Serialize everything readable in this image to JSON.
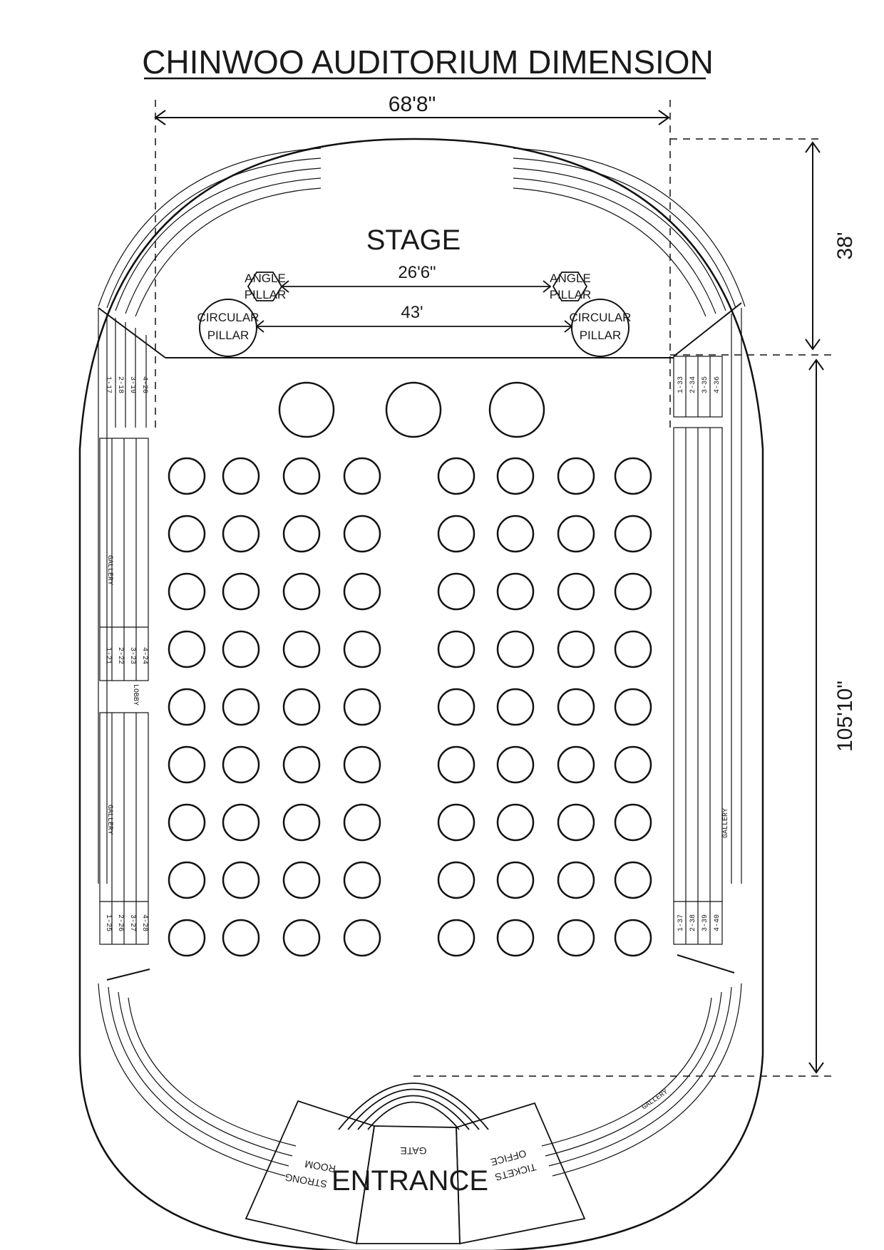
{
  "title": "CHINWOO AUDITORIUM DIMENSION",
  "dimensions": {
    "width": "68'8\"",
    "stage_depth": "38'",
    "hall_depth": "105'10\"",
    "angle_pillar_span": "26'6\"",
    "circular_pillar_span": "43'"
  },
  "labels": {
    "stage": "STAGE",
    "entrance": "ENTRANCE",
    "angle_pillar": [
      "ANGLE",
      "PILLAR"
    ],
    "circular_pillar": [
      "CIRCULAR",
      "PILLAR"
    ],
    "gallery": "GALLERY",
    "lobby": "LOBBY",
    "gate": "GATE",
    "strong_room": [
      "STRONG",
      "ROOM"
    ],
    "tickets_office": [
      "TICKETS",
      "OFFICE"
    ]
  },
  "seat_codes": {
    "left_top": [
      "1-17",
      "2-18",
      "3-19",
      "4-20"
    ],
    "left_middle": [
      "1-21",
      "2-22",
      "3-23",
      "4-24"
    ],
    "left_bottom": [
      "1-25",
      "2-26",
      "3-27",
      "4-28"
    ],
    "right_top": [
      "1-33",
      "2-34",
      "3-35",
      "4-36"
    ],
    "right_bottom": [
      "1-37",
      "2-38",
      "3-39",
      "4-40"
    ]
  },
  "tables": {
    "front_row_count": 3,
    "rows": 9,
    "columns_per_side": 4
  },
  "colors": {
    "ink": "#111111",
    "paper": "#ffffff"
  }
}
